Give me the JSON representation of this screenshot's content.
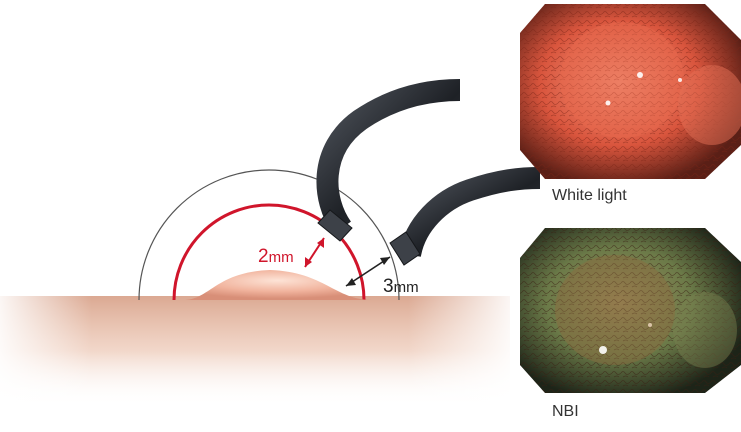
{
  "diagram": {
    "measurements": {
      "inner": {
        "value": "2",
        "unit": "mm",
        "color": "#d0152b"
      },
      "outer": {
        "value": "3",
        "unit": "mm",
        "color": "#222222"
      }
    },
    "colors": {
      "tissue": "#e7b9a4",
      "lesion": "#f0b8a4",
      "scope": "#2a2d33",
      "inner_arc": "#d0152b",
      "outer_arc": "#555555"
    }
  },
  "images": [
    {
      "caption": "White light",
      "mode": "white-light",
      "tint": "#d9553d"
    },
    {
      "caption": "NBI",
      "mode": "narrow-band-imaging",
      "tint": "#6b7a48"
    }
  ]
}
